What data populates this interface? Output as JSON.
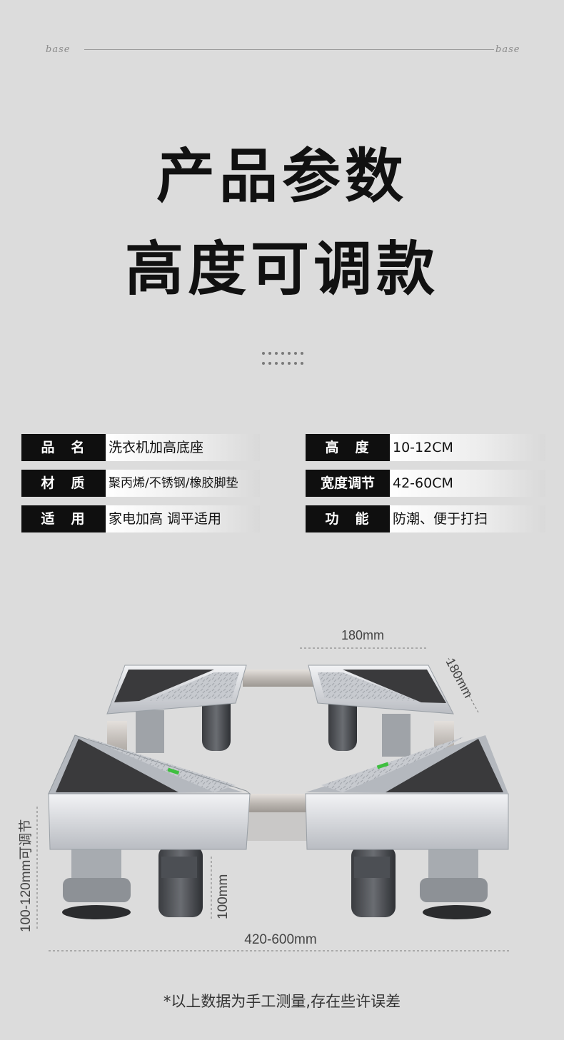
{
  "header": {
    "brand_left": "base",
    "brand_right": "base"
  },
  "title": {
    "line1": "产品参数",
    "line2": "高度可调款"
  },
  "specs": {
    "left": [
      {
        "label": "品　名",
        "value": "洗衣机加高底座"
      },
      {
        "label": "材　质",
        "value": "聚丙烯/不锈钢/橡胶脚垫"
      },
      {
        "label": "适　用",
        "value": "家电加高 调平适用"
      }
    ],
    "right": [
      {
        "label": "高　度",
        "value": "10-12CM"
      },
      {
        "label": "宽度调节",
        "value": "42-60CM"
      },
      {
        "label": "功　能",
        "value": "防潮、便于打扫"
      }
    ]
  },
  "dimensions": {
    "top_width": "180mm",
    "top_depth": "180mm",
    "height_adjust": "100-120mm可调节",
    "wheel_height": "100mm",
    "total_width": "420-600mm"
  },
  "footnote": "*以上数据为手工测量,存在些许误差",
  "colors": {
    "background": "#dcdcdc",
    "label_bg": "#0f0f0f",
    "label_text": "#ffffff",
    "accent_green": "#3fbf3f"
  }
}
